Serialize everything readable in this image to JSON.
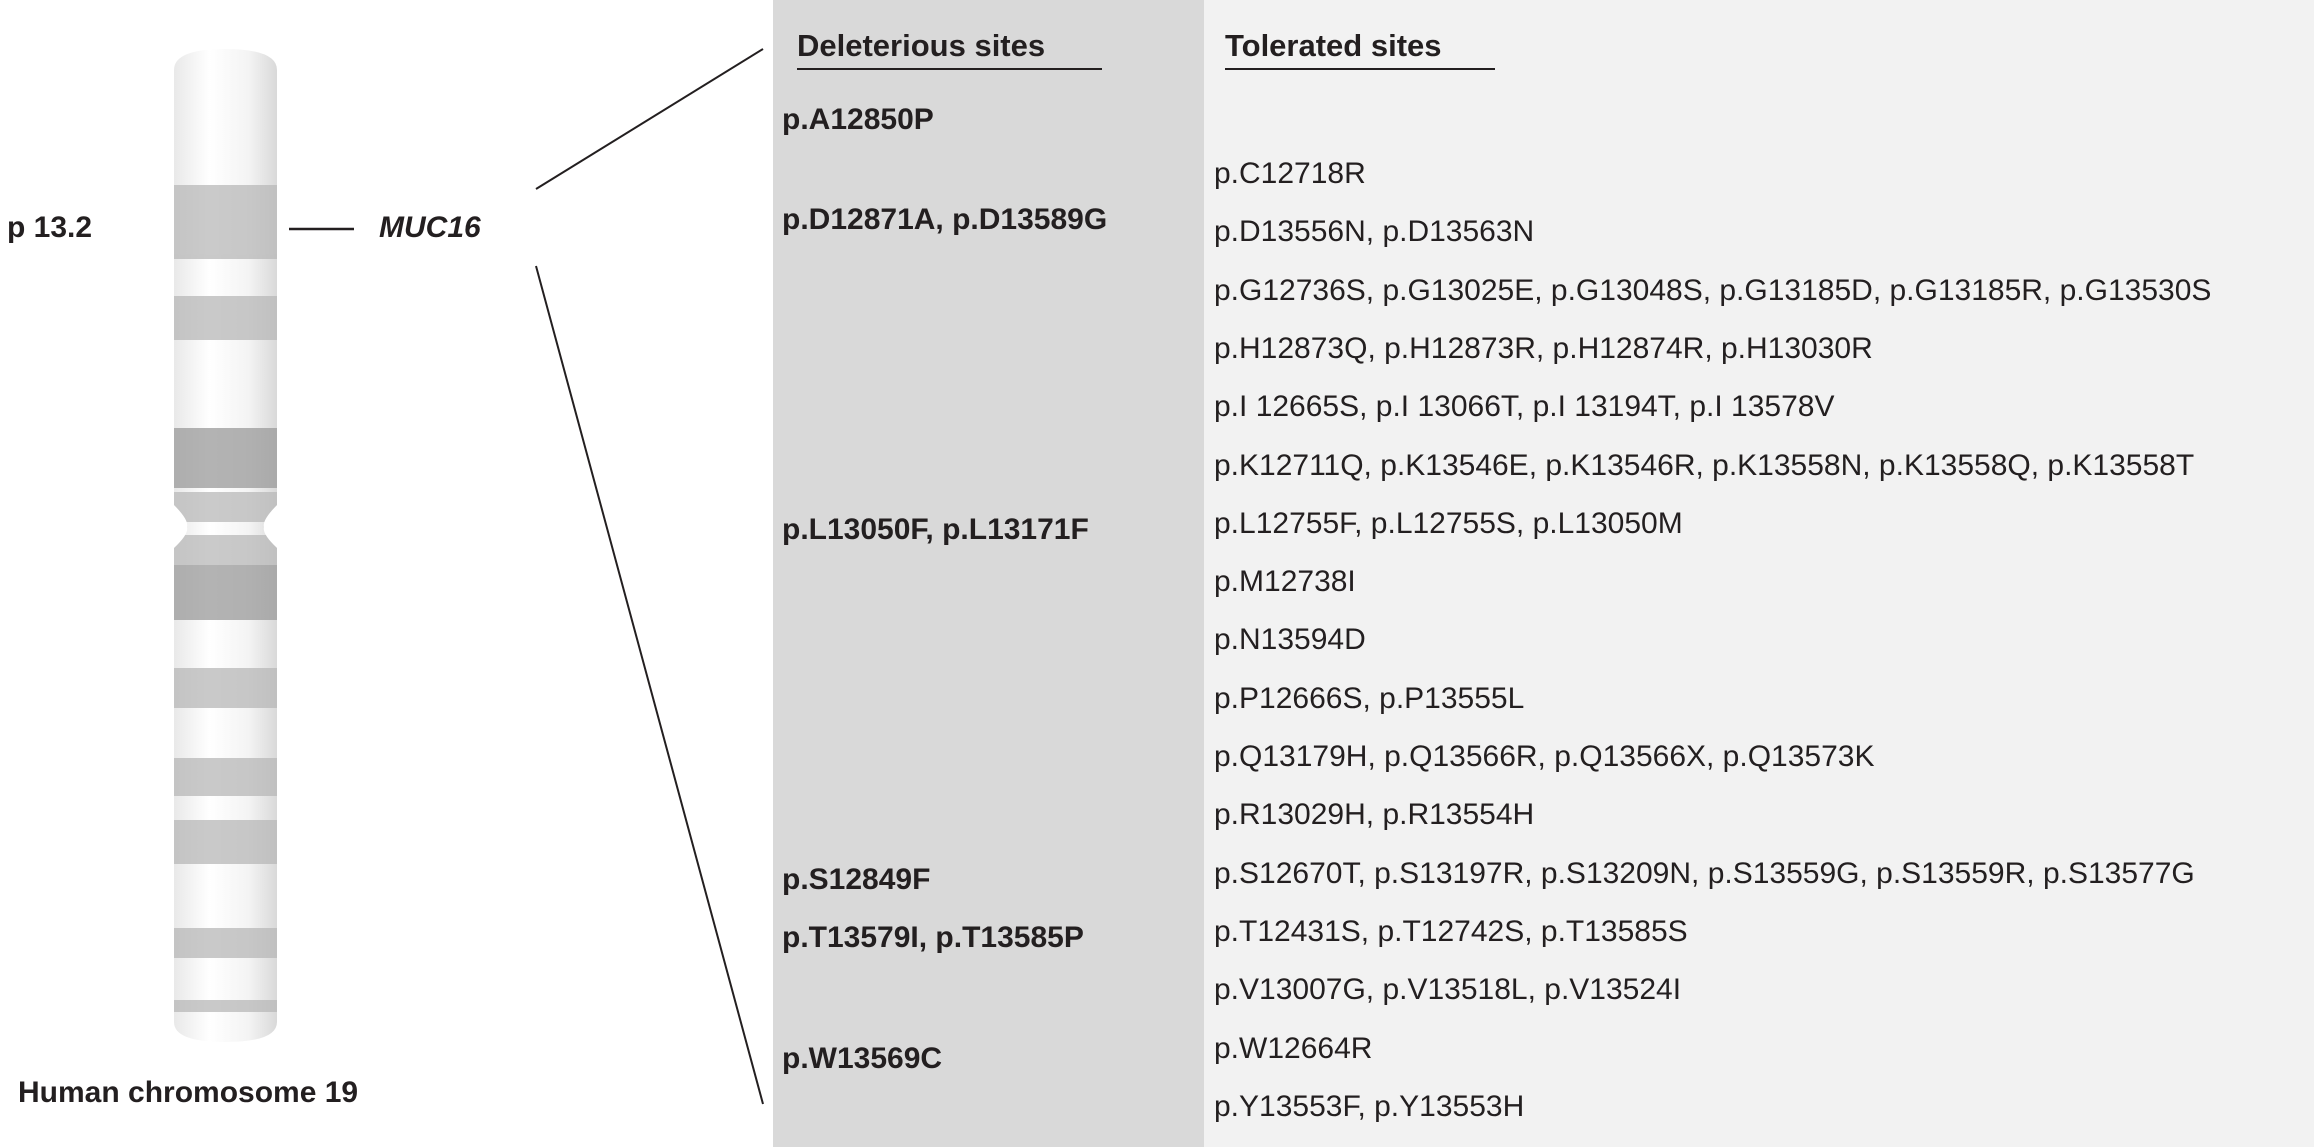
{
  "chromosome": {
    "band_label": "p 13.2",
    "gene_label": "MUC16",
    "caption": "Human chromosome 19"
  },
  "table": {
    "deleterious_header": "Deleterious sites",
    "tolerated_header": "Tolerated sites",
    "deleterious": [
      {
        "row": 0,
        "text": "p.A12850P"
      },
      {
        "row": 2,
        "text": "p.D12871A, p.D13589G"
      },
      {
        "row": 7,
        "text": "p.L13050F, p.L13171F"
      },
      {
        "row": 13,
        "text": "p.S12849F"
      },
      {
        "row": 14,
        "text": "p.T13579I, p.T13585P"
      },
      {
        "row": 16,
        "text": "p.W13569C"
      }
    ],
    "tolerated": [
      "p.C12718R",
      "p.D13556N, p.D13563N",
      "p.G12736S, p.G13025E, p.G13048S, p.G13185D, p.G13185R, p.G13530S",
      "p.H12873Q, p.H12873R, p.H12874R, p.H13030R",
      "p.I 12665S, p.I 13066T, p.I 13194T, p.I 13578V",
      "p.K12711Q, p.K13546E, p.K13546R, p.K13558N, p.K13558Q, p.K13558T",
      "p.L12755F, p.L12755S, p.L13050M",
      "p.M12738I",
      "p.N13594D",
      "p.P12666S, p.P13555L",
      "p.Q13179H, p.Q13566R, p.Q13566X, p.Q13573K",
      "p.R13029H, p.R13554H",
      "p.S12670T, p.S13197R, p.S13209N, p.S13559G, p.S13559R, p.S13577G",
      "p.T12431S, p.T12742S, p.T13585S",
      "p.V13007G, p.V13518L, p.V13524I",
      "p.W12664R",
      "p.Y13553F, p.Y13553H"
    ]
  }
}
